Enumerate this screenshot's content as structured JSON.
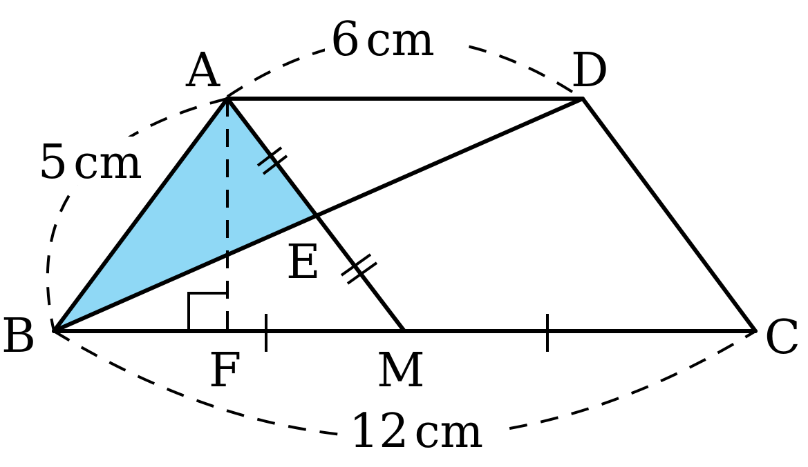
{
  "points": {
    "A": "A",
    "B": "B",
    "C": "C",
    "D": "D",
    "E": "E",
    "F": "F",
    "M": "M"
  },
  "lengths": {
    "top": {
      "value": "6",
      "unit": "cm"
    },
    "left": {
      "value": "5",
      "unit": "cm"
    },
    "bottom": {
      "value": "12",
      "unit": "cm"
    }
  },
  "colors": {
    "shaded_triangle": "#8fd8f5",
    "stroke": "#000000"
  }
}
